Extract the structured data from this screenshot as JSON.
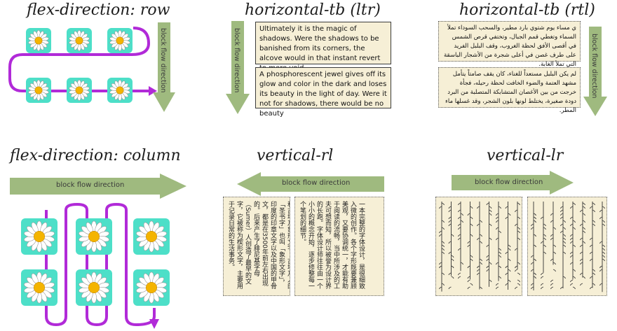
{
  "titles": {
    "row": "flex-direction: row",
    "htb_ltr": "horizontal-tb (ltr)",
    "htb_rtl": "horizontal-tb (rtl)",
    "column": "flex-direction: column",
    "vrl": "vertical-rl",
    "vlr": "vertical-lr"
  },
  "arrow_label": "block flow direction",
  "ltr_paragraphs": [
    "Ultimately it is the magic of shadows. Were the shadows to be banished from its corners, the alcove would in that instant revert to mere void.",
    "A phosphorescent jewel gives off its glow and color in the dark and loses its beauty in the light of day. Were it not for shadows, there would be no beauty"
  ],
  "rtl_paragraphs": [
    "ي مساء يوم شتوي بارد مطير، والسحب السوداء تملأ السماء وتغطي قمم الجبال، وتختفي قرص الشمس في أقصى الأفق لحظة الغروب، وقف البلبل الفريد على طرف غصن في أعلى شجرة من الأشجار الباسقة التي تملأ الغابة.",
    "لم يكن البلبل مستعداً للغناء، كان يقف صامتاً يتأمل مشهد العتمة والضوء الخافت لحظة رحيله، فجأة خرجت من بين الأغصان المتشابكة المتصلبة من البرد دودة صغيرة، يختلط لونها بلون الشجر، وقد غسلها ماء المطر."
  ],
  "vrl_paragraphs": [
    "一本完整的字体设计，是很细致入微的创作。各个字形既要兼顾美观，又要协调统一，才能有助于阅读的流畅，当中所涉及的工夫可想而知，所以被誉为设计界的长跑。字体设计师往往由一个小小的概念开始，逐步修整每一个笔划的细节。",
    "世界上最古老的文字有楔形文字和古埃及象形文字。古埃及人的「圣书字」也叫「象形文字」，印度的印章文字以及中国的甲骨文，都是在3500年前左右出现的。后来产生了腓尼基字母（Sumer）人创造了最早的文字，它被称为楔形文字，主要用于记录日常的生活事务。"
  ],
  "mongolian_sample": "ᠮᠣᠩᠭᠣᠯ ᠪᠢᠴᠢᠭ ᠦᠨ ᠦᠰᠦᠭ ᠮᠣᠩᠭᠣᠯ ᠬᠡᠯᠡ"
}
